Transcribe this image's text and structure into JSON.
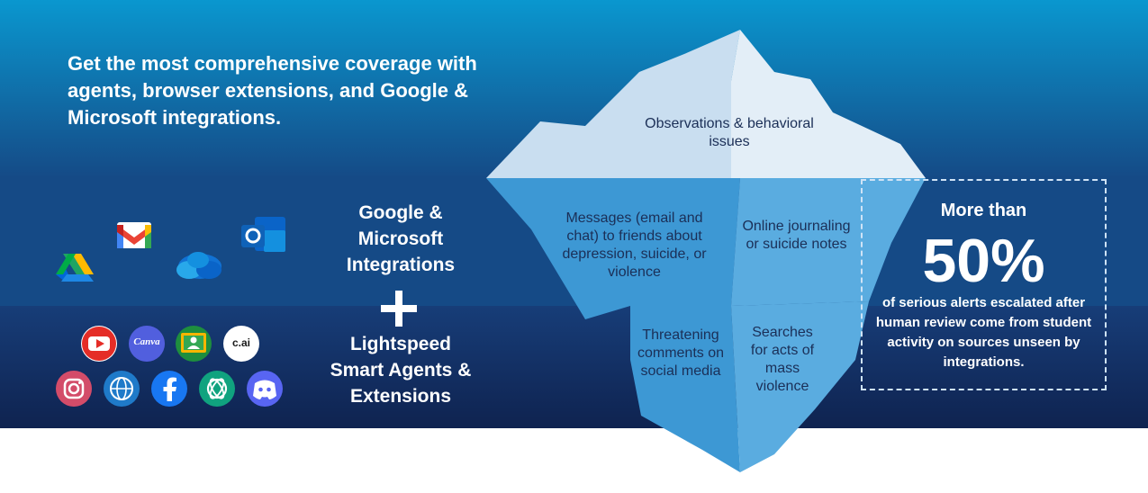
{
  "headline": "Get the most comprehensive coverage with agents, browser extensions, and Google & Microsoft integrations.",
  "google_ms_label": "Google & Microsoft Integrations",
  "plus_symbol": "+",
  "lightspeed_label": "Lightspeed Smart Agents & Extensions",
  "iceberg": {
    "tip": "Observations & behavioral issues",
    "messages": "Messages (email and chat) to friends about depression, suicide, or violence",
    "journaling": "Online journaling or suicide notes",
    "threatening": "Threatening comments on social media",
    "searches": "Searches for acts of mass violence"
  },
  "stat": {
    "lead": "More than",
    "value": "50%",
    "caption": "of serious alerts escalated after human review come from student activity on sources unseen by integrations."
  },
  "icons": {
    "integrations": [
      "google-drive-icon",
      "gmail-icon",
      "onedrive-icon",
      "outlook-icon"
    ],
    "row1": [
      "youtube-icon",
      "canva-icon",
      "classroom-icon",
      "character-ai-icon"
    ],
    "row2": [
      "instagram-icon",
      "web-globe-icon",
      "facebook-icon",
      "chatgpt-icon",
      "discord-icon"
    ],
    "character_ai_text": "c.ai",
    "canva_text": "Canva"
  },
  "colors": {
    "band_top": "#0b8ec9",
    "band_mid": "#123f7a",
    "band_bottom": "#0f2350",
    "ice_light": "#dbe9f5",
    "ice_blue": "#4aa3dc"
  }
}
